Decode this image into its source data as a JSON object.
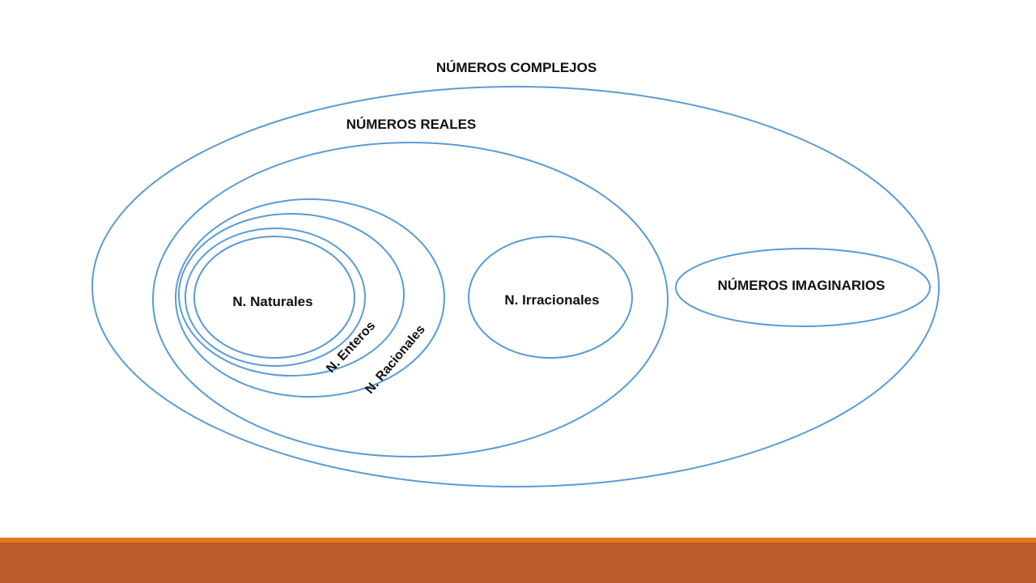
{
  "colors": {
    "outline": "#5b9bd5",
    "text": "#111111",
    "footer_line": "#e07b1f",
    "footer_bar": "#bb5a2b"
  },
  "sets": {
    "complejos": "NÚMEROS COMPLEJOS",
    "reales": "NÚMEROS REALES",
    "imaginarios": "NÚMEROS IMAGINARIOS",
    "irracionales": "N. Irracionales",
    "racionales": "N. Racionales",
    "enteros": "N. Enteros",
    "naturales": "N. Naturales"
  }
}
